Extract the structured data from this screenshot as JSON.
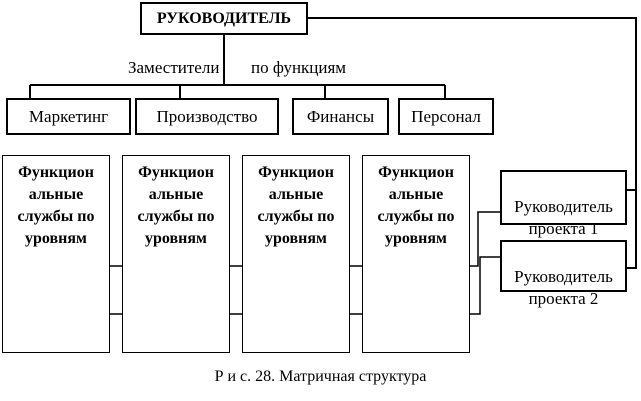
{
  "head": {
    "label": "РУКОВОДИТЕЛЬ"
  },
  "deputies_label": {
    "left": "Заместители",
    "right": "по функциям"
  },
  "deputies": [
    {
      "label": "Маркетинг"
    },
    {
      "label": "Производство"
    },
    {
      "label": "Финансы"
    },
    {
      "label": "Персонал"
    }
  ],
  "services": [
    {
      "label": "Функцион\nальные\nслужбы по\nуровням"
    },
    {
      "label": "Функцион\nальные\nслужбы по\nуровням"
    },
    {
      "label": "Функцион\nальные\nслужбы по\nуровням"
    },
    {
      "label": "Функцион\nальные\nслужбы по\nуровням"
    }
  ],
  "project_managers": [
    {
      "label": "Руководитель\nпроекта 1"
    },
    {
      "label": "Руководитель\nпроекта 2"
    }
  ],
  "caption": "Р и с. 28. Матричная структура"
}
